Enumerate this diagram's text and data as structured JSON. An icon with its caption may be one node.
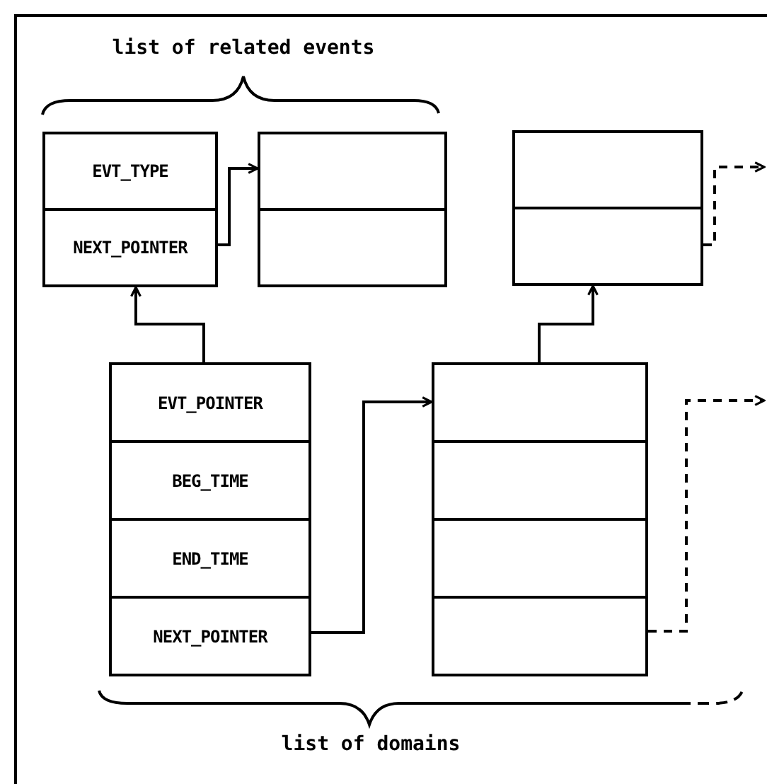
{
  "diagram": {
    "nodes": [
      {
        "text": [],
        "shape": "box"
      },
      {
        "text": [
          "EVT_TYPE"
        ],
        "in": 0
      },
      {
        "text": [
          "NEXT_POINTER"
        ],
        "in": 0
      },
      {
        "text": [],
        "shape": "box"
      },
      {
        "text": [],
        "shape": "box"
      },
      {
        "text": [],
        "shape": "box"
      },
      {
        "text": [
          "EVT_POINTER"
        ],
        "in": 5
      },
      {
        "text": [
          "BEG_TIME"
        ],
        "in": 5
      },
      {
        "text": [
          "END_TIME"
        ],
        "in": 5
      },
      {
        "text": [
          "NEXT_POINTER"
        ],
        "in": 5
      },
      {
        "text": [],
        "shape": "box"
      }
    ],
    "edges": [
      {
        "from": 2,
        "to": 3,
        "arrow": "to"
      },
      {
        "from": 4,
        "to": null,
        "arrow": "to",
        "style": "dashed"
      },
      {
        "from": 6,
        "to": 0,
        "arrow": "to"
      },
      {
        "from": 10,
        "to": 4,
        "arrow": "to"
      },
      {
        "from": 9,
        "to": 10,
        "arrow": "to"
      },
      {
        "from": 10,
        "to": null,
        "arrow": "to",
        "style": "dashed"
      }
    ],
    "labels": [
      "list of related events",
      "list of domains"
    ]
  }
}
